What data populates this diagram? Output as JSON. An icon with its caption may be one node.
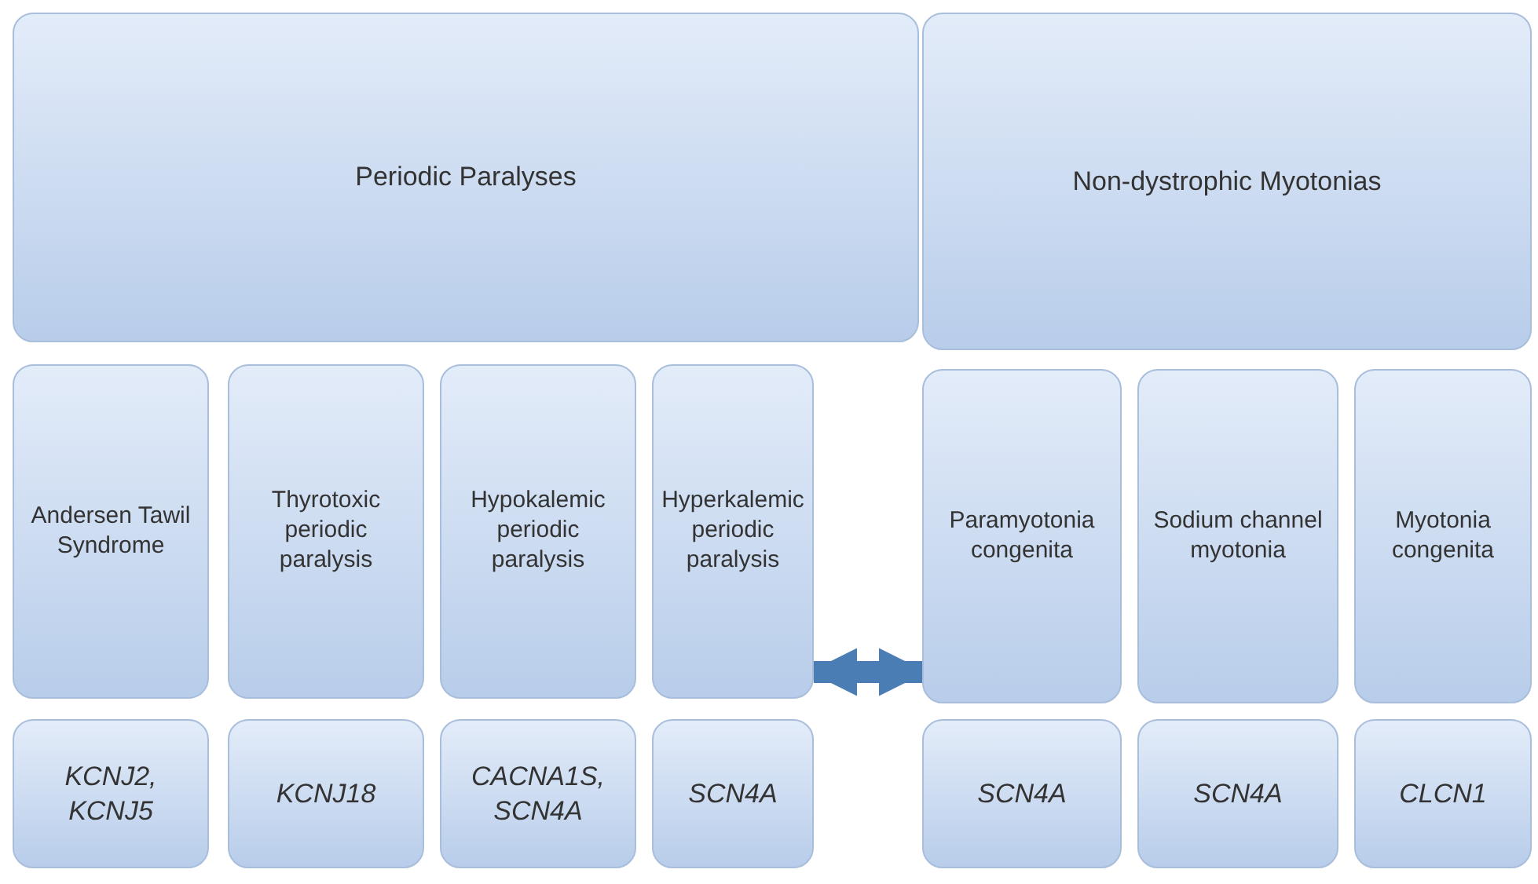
{
  "diagram": {
    "nodes": [
      {
        "text": [
          "Periodic Paralyses"
        ]
      },
      {
        "text": [
          "Andersen Tawil Syndrome"
        ]
      },
      {
        "text": [
          "Thyrotoxic periodic paralysis"
        ]
      },
      {
        "text": [
          "Hypokalemic periodic paralysis"
        ]
      },
      {
        "text": [
          "Hyperkalemic periodic paralysis"
        ]
      },
      {
        "text": [
          "KCNJ2, KCNJ5"
        ]
      },
      {
        "text": [
          "KCNJ18"
        ]
      },
      {
        "text": [
          "CACNA1S, SCN4A"
        ]
      },
      {
        "text": [
          "SCN4A"
        ]
      },
      {
        "text": [
          "Non-dystrophic Myotonias"
        ]
      },
      {
        "text": [
          "Paramyotonia congenita"
        ]
      },
      {
        "text": [
          "Sodium channel myotonia"
        ]
      },
      {
        "text": [
          "Myotonia congenita"
        ]
      },
      {
        "text": [
          "SCN4A"
        ]
      },
      {
        "text": [
          "SCN4A"
        ]
      },
      {
        "text": [
          "CLCN1"
        ]
      }
    ],
    "edges": [
      {
        "from": 4,
        "to": 10,
        "arrow": "both"
      }
    ]
  }
}
